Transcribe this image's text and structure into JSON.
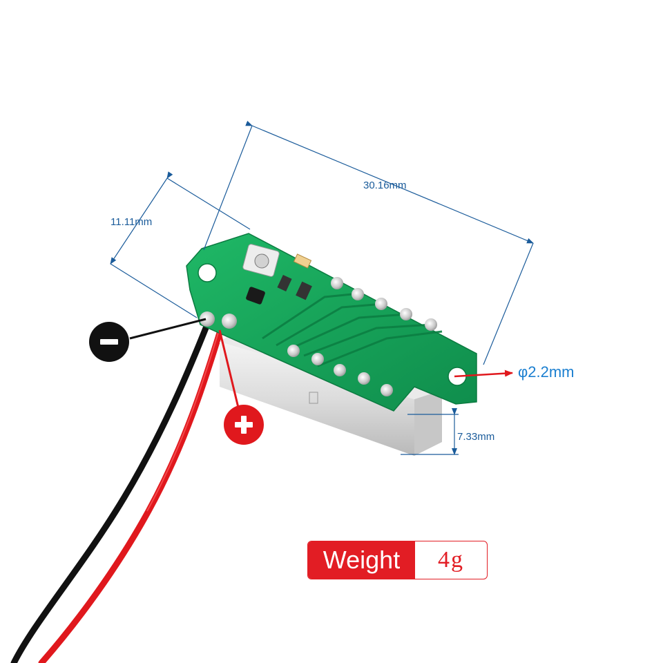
{
  "dimensions": {
    "length": "30.16mm",
    "width": "11.11mm",
    "height": "7.33mm",
    "hole": "φ2.2mm"
  },
  "weight": {
    "label": "Weight",
    "value": "4g"
  },
  "colors": {
    "dimension_line": "#1a5b9a",
    "pcb": "#13a35a",
    "negative_wire": "#111111",
    "positive_wire": "#e0181d",
    "accent": "#e21d24"
  },
  "icons": [
    "negative-terminal-icon",
    "positive-terminal-icon"
  ]
}
